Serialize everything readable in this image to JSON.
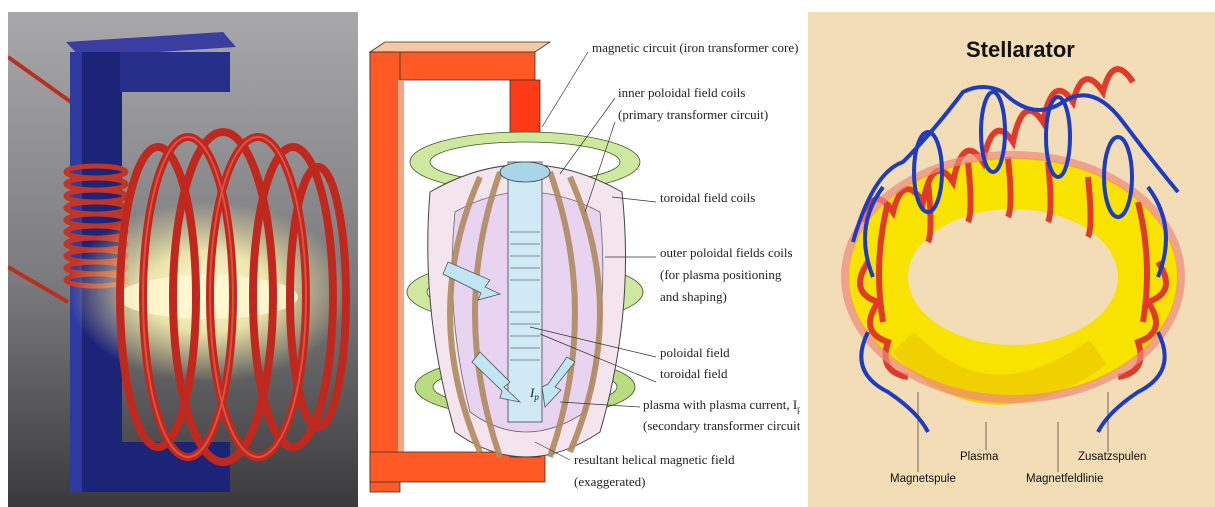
{
  "tokamak_diagram": {
    "labels": {
      "magnetic_circuit": "magnetic circuit (iron transformer core)",
      "inner_poloidal_1": "inner poloidal field coils",
      "inner_poloidal_2": "(primary transformer circuit)",
      "toroidal_field_coils": "toroidal field coils",
      "outer_poloidal_1": "outer poloidal fields coils",
      "outer_poloidal_2": "(for plasma positioning",
      "outer_poloidal_3": "and shaping)",
      "poloidal_field": "poloidal field",
      "toroidal_field": "toroidal field",
      "plasma_current_1": "plasma with plasma current, I",
      "plasma_current_sub": "p",
      "plasma_current_2": "(secondary transformer circuit)",
      "resultant_1": "resultant helical magnetic field",
      "resultant_2": "(exaggerated)",
      "inline_symbol": "I",
      "inline_symbol_sub": "p"
    }
  },
  "stellarator": {
    "title": "Stellarator",
    "labels": {
      "magnetspule": "Magnetspule",
      "plasma": "Plasma",
      "magnetfeldlinie": "Magnetfeldlinie",
      "zusatzspulen": "Zusatzspulen"
    }
  }
}
